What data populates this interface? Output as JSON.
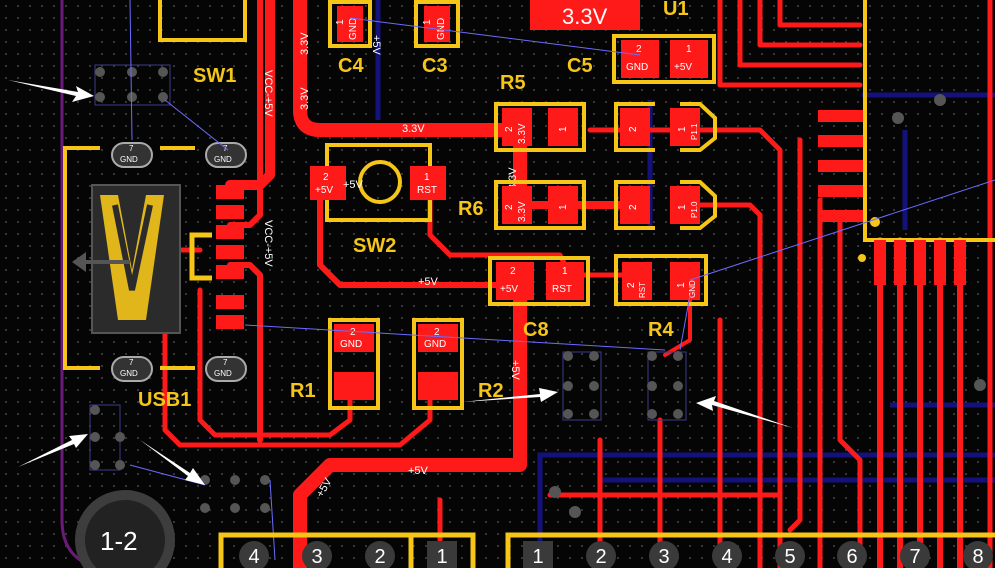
{
  "colors": {
    "background": "#050505",
    "top_copper": "#ff1a1a",
    "silkscreen": "#f5c518",
    "bottom_copper": "#12127a",
    "ratsnest": "#6b6bff",
    "arrow": "#ffffff",
    "outline": "#6a1b7a"
  },
  "designators": {
    "sw1": "SW1",
    "sw2": "SW2",
    "usb1": "USB1",
    "u1": "U1",
    "c3": "C3",
    "c4": "C4",
    "c5": "C5",
    "c8": "C8",
    "r1": "R1",
    "r2": "R2",
    "r4": "R4",
    "r5": "R5",
    "r6": "R6"
  },
  "nets": {
    "v33_top": "3.3V",
    "v33_r5": "3.3V",
    "plus5v_sw2": "+5V",
    "plus5v_c8": "+5V",
    "plus5v_bottom": "+5V",
    "plus5v_vert": "+5V",
    "plus5v_diag": "+5V",
    "vcc_left": "VCC-+5V",
    "vcc_right": "VCC-+5V",
    "v33_vert": "3.3V",
    "v33_vert2": "3.3V",
    "plus5v_top": "+5V"
  },
  "pads": {
    "c4_1": "1",
    "c4_gnd": "GND",
    "c3_1": "1",
    "c3_gnd": "GND",
    "c5_2": "2",
    "c5_gnd": "GND",
    "c5_1": "1",
    "c5_5v": "+5V",
    "r5_2": "2",
    "r5_33": "3.3V",
    "r5_1": "1",
    "r6_2": "2",
    "r6_33": "3.3V",
    "r6_1": "1",
    "p11_2": "2",
    "p11_1": "1",
    "p11_net": "P1.1",
    "p10_2": "2",
    "p10_1": "1",
    "p10_net": "P1.0",
    "sw2_2": "2",
    "sw2_5v": "+5V",
    "sw2_1": "1",
    "sw2_rst": "RST",
    "c8_2": "2",
    "c8_5v": "+5V",
    "c8_1": "1",
    "c8_rst": "RST",
    "r4_2": "2",
    "r4_rst": "RST",
    "r4_1": "1",
    "r4_gnd": "GND",
    "r1_2": "2",
    "r1_gnd": "GND",
    "r2_2": "2",
    "r2_gnd": "GND",
    "sw1_7a": "7",
    "sw1_gnda": "GND",
    "sw1_7b": "7",
    "sw1_gndb": "GND",
    "usb_7a": "7",
    "usb_gnda": "GND",
    "usb_7b": "7",
    "usb_gndb": "GND",
    "u1_33": "3.3V"
  },
  "header_left": [
    "4",
    "3",
    "2",
    "1"
  ],
  "header_right": [
    "1",
    "2",
    "3",
    "4",
    "5",
    "6",
    "7",
    "8"
  ],
  "mount_hole": "1-2"
}
